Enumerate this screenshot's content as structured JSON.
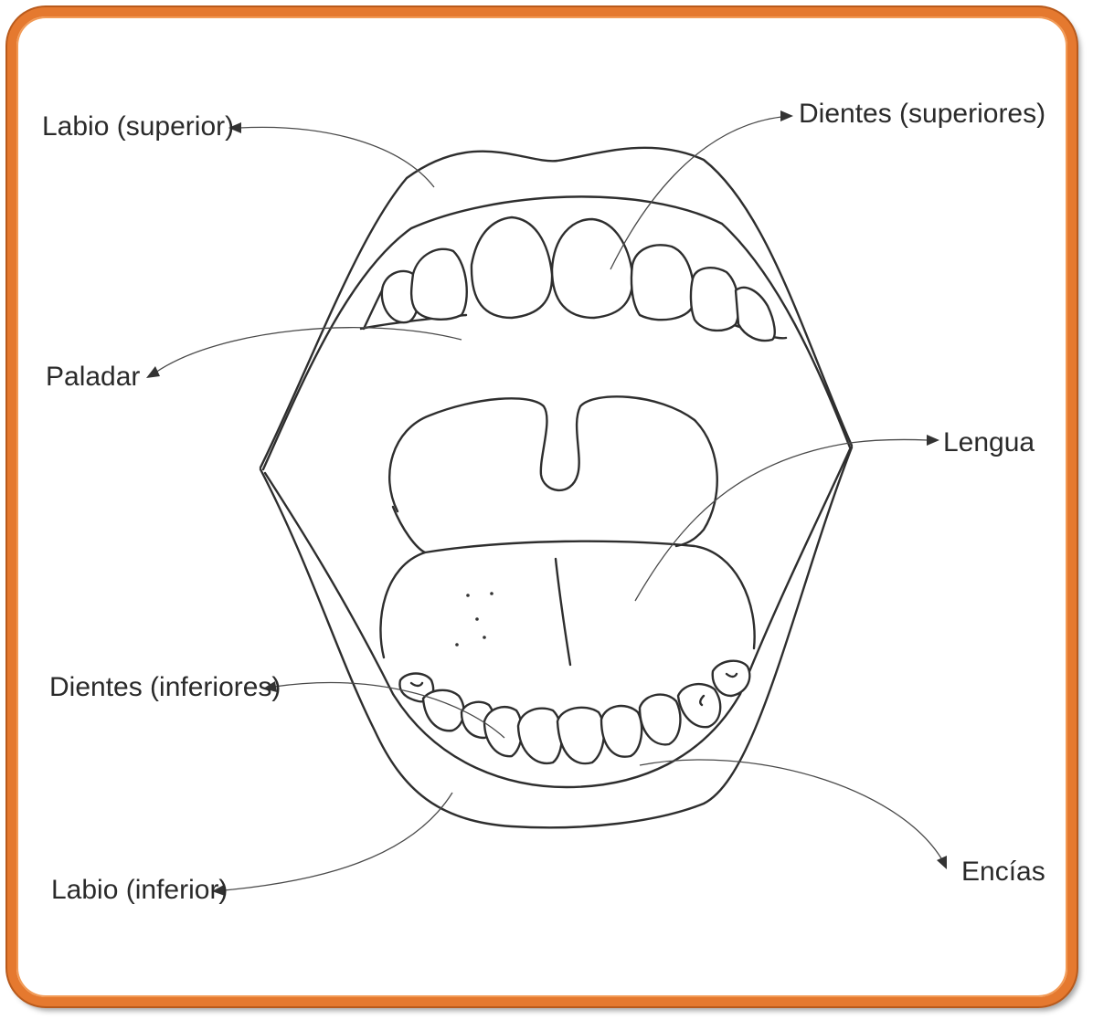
{
  "colors": {
    "frame": "#e5792f",
    "line": "#2e2e2e",
    "background": "#ffffff"
  },
  "labels": {
    "labio_superior": "Labio (superior)",
    "dientes_superiores": "Dientes (superiores)",
    "paladar": "Paladar",
    "lengua": "Lengua",
    "dientes_inferiores": "Dientes (inferiores)",
    "labio_inferior": "Labio (inferior)",
    "encias": "Encías"
  }
}
